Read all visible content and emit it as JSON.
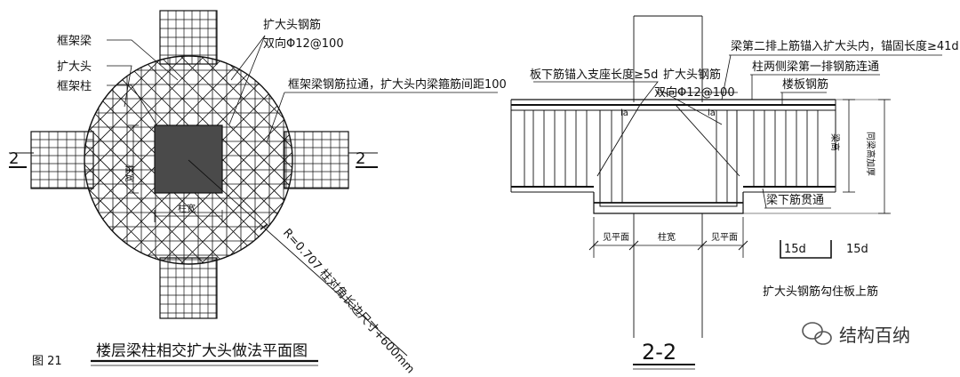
{
  "plan": {
    "labels": {
      "frame_beam": "框架梁",
      "drop_panel": "扩大头",
      "frame_column": "框架柱",
      "drop_rebar": "扩大头钢筋",
      "drop_rebar_spec": "双向Φ12@100",
      "beam_rebar_note": "框架梁钢筋拉通，扩大头内梁箍筋间距100",
      "section_mark_left": "2",
      "section_mark_right": "2",
      "column_side": "柱宽",
      "column_width": "柱宽",
      "radius_note": "R=0.707 柱对角长边尺寸+600mm"
    },
    "figure_no": "图 21",
    "title": "楼层梁柱相交扩大头做法平面图"
  },
  "section": {
    "labels": {
      "slab_bottom_anchor": "板下筋锚入支座长度≥5d",
      "drop_rebar": "扩大头钢筋",
      "drop_rebar_spec": "双向Φ12@100",
      "second_row_anchor": "梁第二排上筋锚入扩大头内，锚固长度≥41d",
      "side_beam_link": "柱两侧梁第一排钢筋连通",
      "slab_rebar": "楼板钢筋",
      "la_left": "la",
      "la_right": "la",
      "beam_height": "梁高",
      "drop_height": "同梁高加厚",
      "beam_bottom_through": "梁下筋贯通",
      "dim_left": "见平面",
      "dim_mid": "柱宽",
      "dim_right": "见平面",
      "hook_left": "15d",
      "hook_right": "15d",
      "hook_caption": "扩大头钢筋勾住板上筋",
      "title": "2-2"
    }
  },
  "watermark": "结构百纳",
  "colors": {
    "line": "#111111",
    "column_fill": "#4a4a4a"
  }
}
